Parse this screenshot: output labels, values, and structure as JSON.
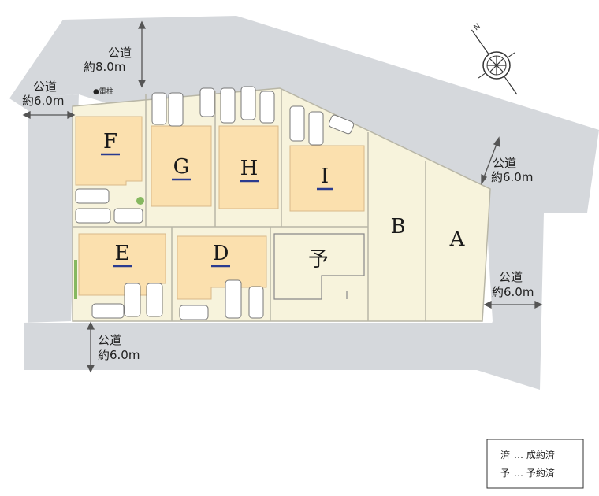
{
  "roads": {
    "north_upper": {
      "label": "公道",
      "width": "約8.0m"
    },
    "north_left": {
      "label": "公道",
      "width": "約6.0m"
    },
    "east_upper": {
      "label": "公道",
      "width": "約6.0m"
    },
    "east_lower": {
      "label": "公道",
      "width": "約6.0m"
    },
    "south": {
      "label": "公道",
      "width": "約6.0m"
    }
  },
  "utility_pole_label": "●電柱",
  "lots": [
    {
      "id": "F",
      "status": "available",
      "color": "#fbe0ae"
    },
    {
      "id": "G",
      "status": "available",
      "color": "#fbe0ae"
    },
    {
      "id": "H",
      "status": "available",
      "color": "#fbe0ae"
    },
    {
      "id": "I",
      "status": "available",
      "color": "#fbe0ae"
    },
    {
      "id": "E",
      "status": "available",
      "color": "#fbe0ae"
    },
    {
      "id": "D",
      "status": "available",
      "color": "#fbe0ae"
    },
    {
      "id": "予",
      "status": "reserved",
      "color": "#f7f3dc"
    },
    {
      "id": "B",
      "status": "land",
      "color": "#f7f3dc"
    },
    {
      "id": "A",
      "status": "land",
      "color": "#f7f3dc"
    }
  ],
  "legend": {
    "sold": {
      "symbol": "済",
      "text": "… 成約済"
    },
    "reserved": {
      "symbol": "予",
      "text": "… 予約済"
    }
  },
  "compass": {
    "direction_label": "N",
    "icon": "compass-rose-icon"
  },
  "colors": {
    "road": "#d5d8dc",
    "site": "#f7f3dc",
    "building": "#fbe0ae",
    "outline": "#b8b6a6",
    "underline": "#2a3b8f"
  }
}
